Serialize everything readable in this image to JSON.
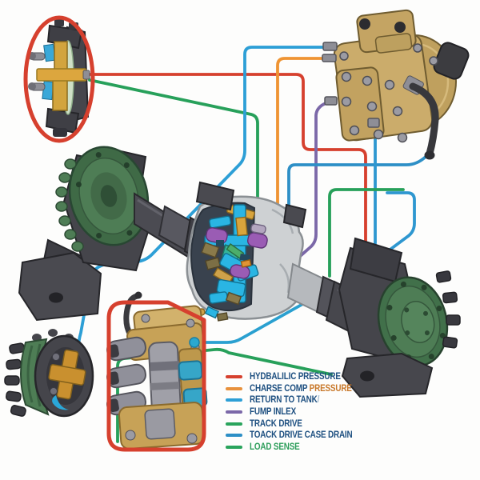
{
  "legend": {
    "items": [
      {
        "color": "#d6402e",
        "parts": [
          {
            "text": "HYDBALILIC PRESSURE",
            "color": "#1d4f80"
          }
        ]
      },
      {
        "color": "#e8913c",
        "parts": [
          {
            "text": "CHARSE COMP ",
            "color": "#1d4f80"
          },
          {
            "text": "PRESSURE",
            "color": "#c8782a"
          }
        ]
      },
      {
        "color": "#2d9fd6",
        "parts": [
          {
            "text": "RETURN TO TANK",
            "color": "#1d4f80"
          },
          {
            "text": "/",
            "color": "#9fb8cc"
          }
        ]
      },
      {
        "color": "#7b68a8",
        "parts": [
          {
            "text": "FUMP INLEX",
            "color": "#1d4f80"
          }
        ]
      },
      {
        "color": "#2aa45c",
        "parts": [
          {
            "text": "TRACK DRIVE",
            "color": "#1d4f80"
          }
        ]
      },
      {
        "color": "#2d8fc6",
        "parts": [
          {
            "text": "TOACK DRIVE CASE DRAIN",
            "color": "#1d4f80"
          }
        ]
      },
      {
        "color": "#2aa45c",
        "parts": [
          {
            "text": "LOAD SENSE",
            "color": "#2e9e5b"
          }
        ]
      }
    ]
  },
  "lines": {
    "hydraulic_pressure": "#d6402e",
    "load_sense_left": "#27a05a",
    "charge_pump_pressure": "#ef9433",
    "return_to_tank": "#2d9fd6",
    "pump_inlet": "#7b68a8",
    "case_drain": "#2d8fc6",
    "pump_drain": "#2e97d0",
    "loop_blue": "#2e97d0",
    "green_right": "#27a05a",
    "track_drive": "#2aa0d0",
    "load_sense_valve": "#27a05a"
  },
  "annotations": {
    "callout_ellipse": "#d6402e",
    "callout_rect": "#d6402e",
    "connector_dot": "#2aa8d0"
  }
}
